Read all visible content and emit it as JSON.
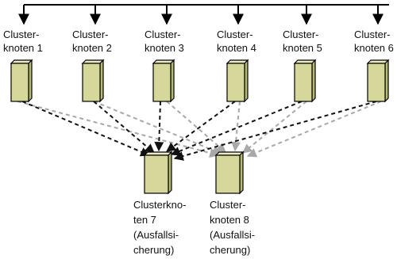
{
  "top_nodes": [
    {
      "line1": "Cluster-",
      "line2": "knoten 1"
    },
    {
      "line1": "Cluster-",
      "line2": "knoten 2"
    },
    {
      "line1": "Cluster-",
      "line2": "knoten 3"
    },
    {
      "line1": "Cluster-",
      "line2": "knoten 4"
    },
    {
      "line1": "Cluster-",
      "line2": "knoten 5"
    },
    {
      "line1": "Cluster-",
      "line2": "knoten 6"
    }
  ],
  "failover_nodes": [
    {
      "lines": [
        "Clusterkno-",
        "ten 7",
        "(Ausfallsi-",
        "cherung)"
      ]
    },
    {
      "lines": [
        "Cluster-",
        "knoten 8",
        "(Ausfallsi-",
        "cherung)"
      ]
    }
  ],
  "colors": {
    "server_face": "#d6d79a",
    "server_side": "#b9ba74",
    "server_top": "#ecebc6",
    "outline": "#000000",
    "primary_arrow": "#111111",
    "secondary_arrow": "#a8a8a8"
  }
}
